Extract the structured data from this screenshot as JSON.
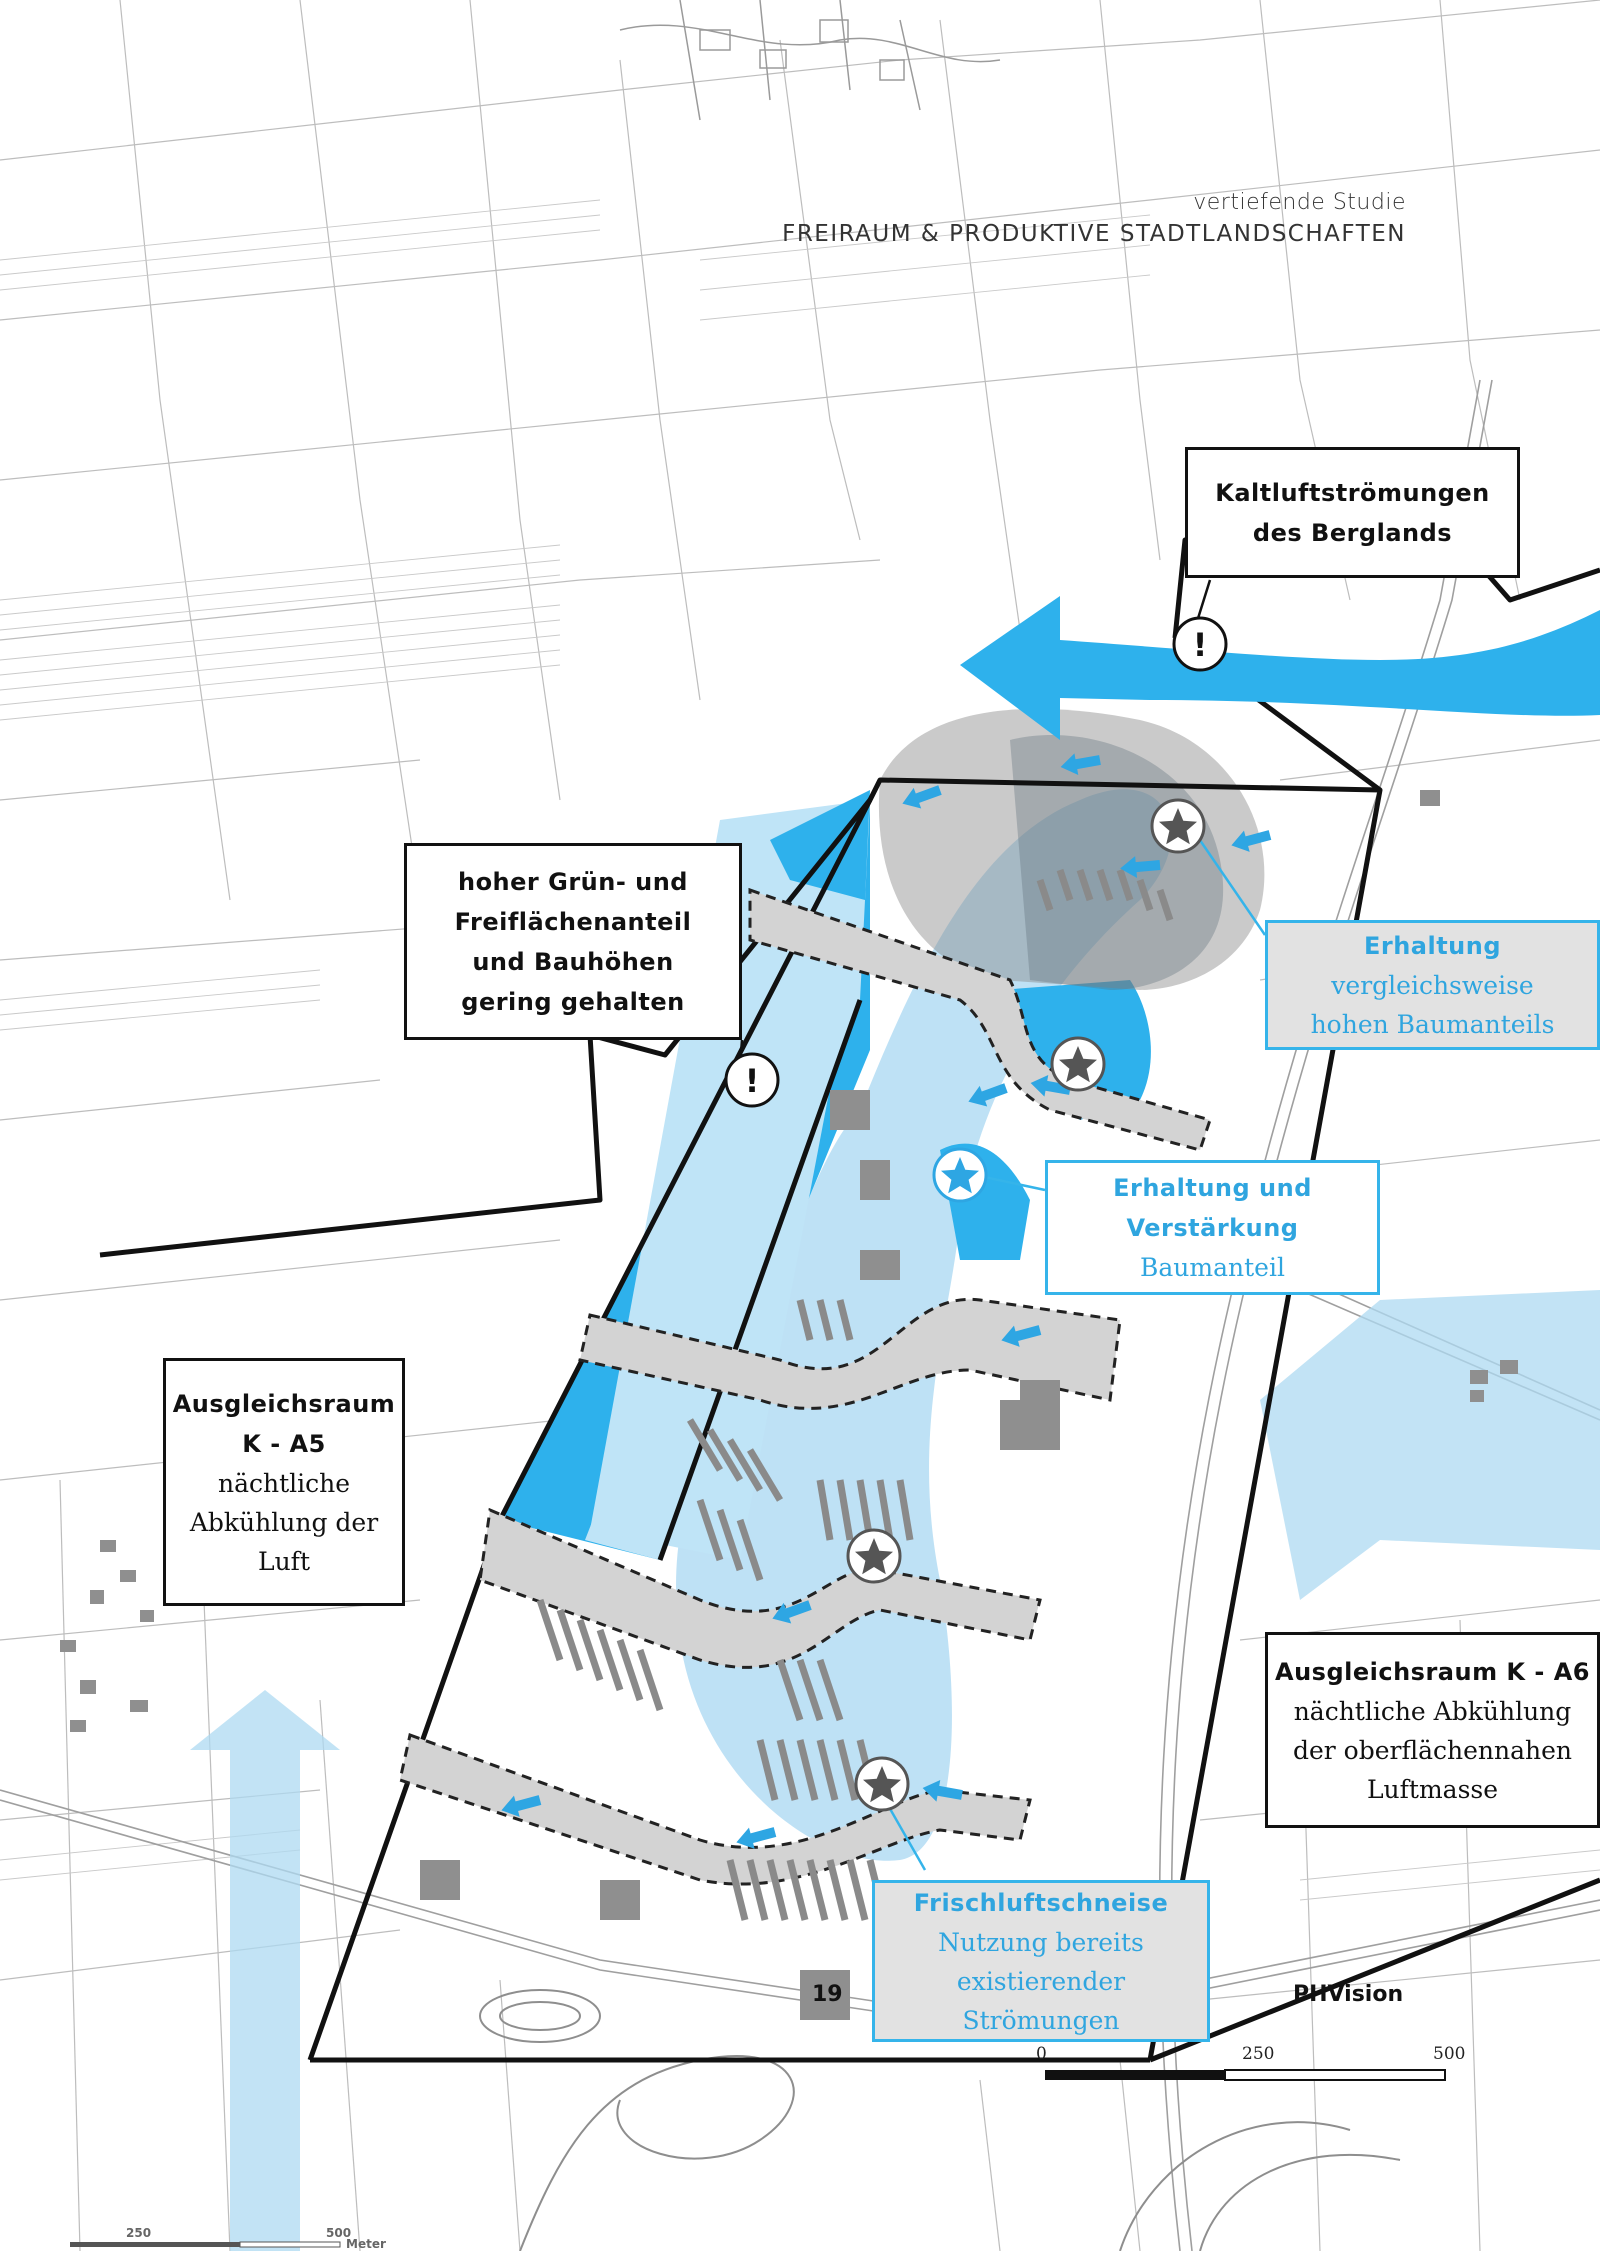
{
  "header": {
    "line1": "vertiefende Studie",
    "line2": "FREIRAUM & PRODUKTIVE STADTLANDSCHAFTEN"
  },
  "callouts": {
    "kaltluft": {
      "title": "Kaltluftströmungen des Berglands"
    },
    "gruen": {
      "title": "hoher Grün- und Freiflächenanteil und Bauhöhen gering gehalten"
    },
    "erhaltung1": {
      "title": "Erhaltung",
      "sub": "vergleichsweise hohen Baumanteils"
    },
    "erhaltung2": {
      "title": "Erhaltung und Verstärkung",
      "sub": "Baumanteil"
    },
    "a5": {
      "title": "Ausgleichsraum K - A5",
      "sub": "nächtliche Abkühlung der Luft"
    },
    "a6": {
      "title": "Ausgleichsraum K - A6",
      "sub": "nächtliche Abkühlung der oberflächennahen Luftmasse"
    },
    "frischluft": {
      "title": "Frischluftschneise",
      "sub": "Nutzung bereits existierender Strömungen"
    }
  },
  "markers": {
    "warning": "!",
    "star": "★"
  },
  "footer": {
    "page_number": "19",
    "brand": "PHVision"
  },
  "scalebar_right": {
    "labels": [
      "0",
      "250",
      "500"
    ]
  },
  "scalebar_left": {
    "labels": [
      "250",
      "500",
      "Meter"
    ]
  },
  "colors": {
    "cold_air_blue": "#2eb1ec",
    "light_blue_field": "#bfe4f7",
    "flow_blue": "#aed9f2",
    "corridor_grey": "#d3d3d3",
    "building_grey": "#8f8f8f",
    "boundary_black": "#111111",
    "callout_blue_text": "#2fa5df"
  },
  "icons": [
    "warning-icon",
    "star-icon",
    "arrow-icon"
  ]
}
